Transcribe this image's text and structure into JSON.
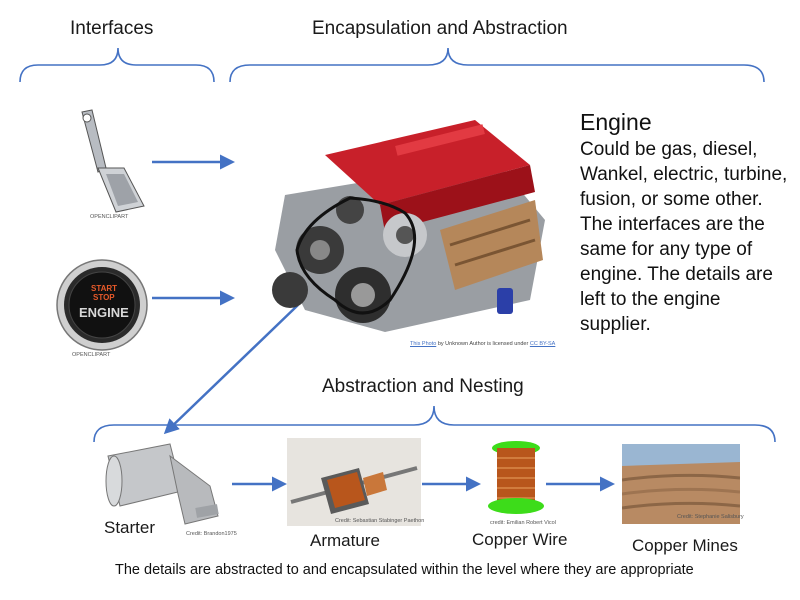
{
  "labels": {
    "interfaces": "Interfaces",
    "encapsulation": "Encapsulation and Abstraction",
    "nesting": "Abstraction and Nesting"
  },
  "engine": {
    "title": "Engine",
    "description": "Could be gas, diesel, Wankel, electric, turbine, fusion, or some other.  The interfaces are the same for any type of engine.  The details are left to the engine supplier.",
    "credit_link_1": "This Photo",
    "credit_mid": " by Unknown Author is licensed under ",
    "credit_link_2": "CC BY-SA"
  },
  "interfaces": {
    "pedal_credit": "OPENCLIPART",
    "button_credit": "OPENCLIPART",
    "button_text_1": "START",
    "button_text_2": "STOP",
    "button_text_3": "ENGINE"
  },
  "components": [
    {
      "name": "Starter",
      "credit": "Credit: Brandon1975"
    },
    {
      "name": "Armature",
      "credit": "Credit: Sebastian Stabinger Paethon"
    },
    {
      "name": "Copper Wire",
      "credit": "credit: Emilian Robert Vicol"
    },
    {
      "name": "Copper Mines",
      "credit": "Credit: Stephanie Salisbury"
    }
  ],
  "footer": "The details are abstracted to and encapsulated within the level where they are appropriate",
  "colors": {
    "brace": "#4472c4",
    "arrow": "#4472c4",
    "engine_red": "#c8202a",
    "wire_green": "#3ddc1a",
    "copper": "#b8561c"
  }
}
